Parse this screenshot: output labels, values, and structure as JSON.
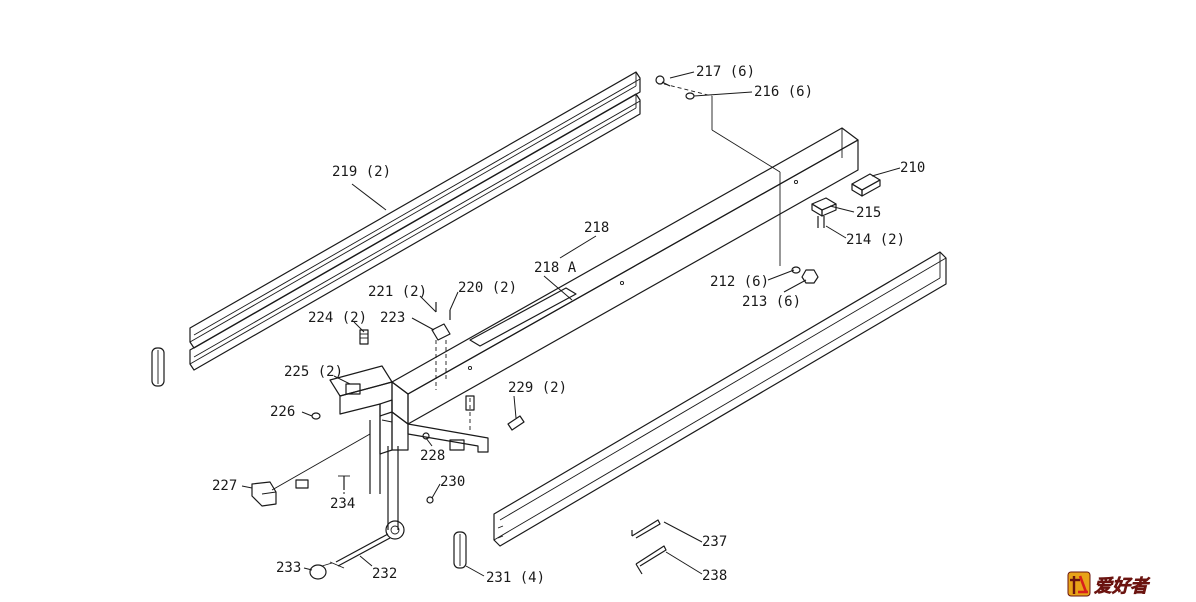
{
  "labels": {
    "l217": "217 (6)",
    "l216": "216 (6)",
    "l210": "210",
    "l215": "215",
    "l214": "214 (2)",
    "l219": "219 (2)",
    "l218": "218",
    "l218a": "218 A",
    "l221": "221 (2)",
    "l220": "220 (2)",
    "l212": "212 (6)",
    "l213": "213 (6)",
    "l224": "224 (2)",
    "l223": "223",
    "l225": "225 (2)",
    "l229": "229 (2)",
    "l226": "226",
    "l228": "228",
    "l230": "230",
    "l227": "227",
    "l234": "234",
    "l237": "237",
    "l238": "238",
    "l233": "233",
    "l232": "232",
    "l231": "231 (4)"
  },
  "logo": {
    "text": "爱好者"
  },
  "colors": {
    "line": "#1a1a1a",
    "logo_red": "#d8201c",
    "logo_gold": "#e8a318"
  }
}
